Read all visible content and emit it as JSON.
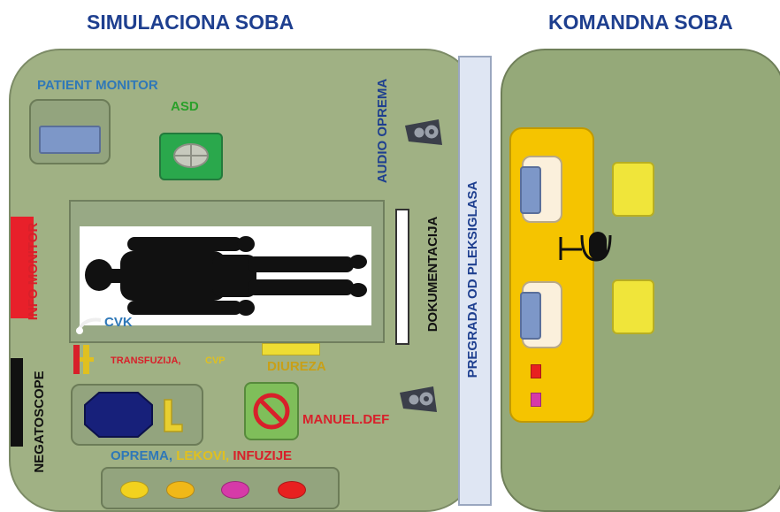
{
  "titles": {
    "simulation_room": "SIMULACIONA SOBA",
    "command_room": "KOMANDNA SOBA"
  },
  "labels": {
    "patient_monitor": "PATIENT MONITOR",
    "asd": "ASD",
    "audio_oprema": "AUDIO OPREMA",
    "info_monitor": "INFO MONITOR",
    "dokumentacija": "DOKUMENTACIJA",
    "pregrada": "PREGRADA  OD PLEKSIGLASA",
    "cvk": "CVK",
    "transfuzija": "TRANSFUZIJA,",
    "cvp": "CVP",
    "diureza": "DIUREZA",
    "manuel_def": "MANUEL.DEF",
    "negatoscope": "NEGATOSCOPE",
    "oprema": "OPREMA,",
    "lekovi": "LEKOVI,",
    "infuzije": "INFUZIJE"
  },
  "colors": {
    "title": "#1e3f8f",
    "room_fill": "#a0b184",
    "command_fill": "#95a979",
    "desk": "#f5c400",
    "label_blue": "#2f78b8",
    "label_red": "#d8202a",
    "label_green": "#2aa02a",
    "label_yellow": "#e0c020",
    "label_olive": "#c8a018",
    "label_navy": "#1e3f8f"
  },
  "icons": [
    "speaker-icon",
    "microphone-icon",
    "no-sign-icon",
    "defibrillator-icon",
    "human-silhouette"
  ]
}
